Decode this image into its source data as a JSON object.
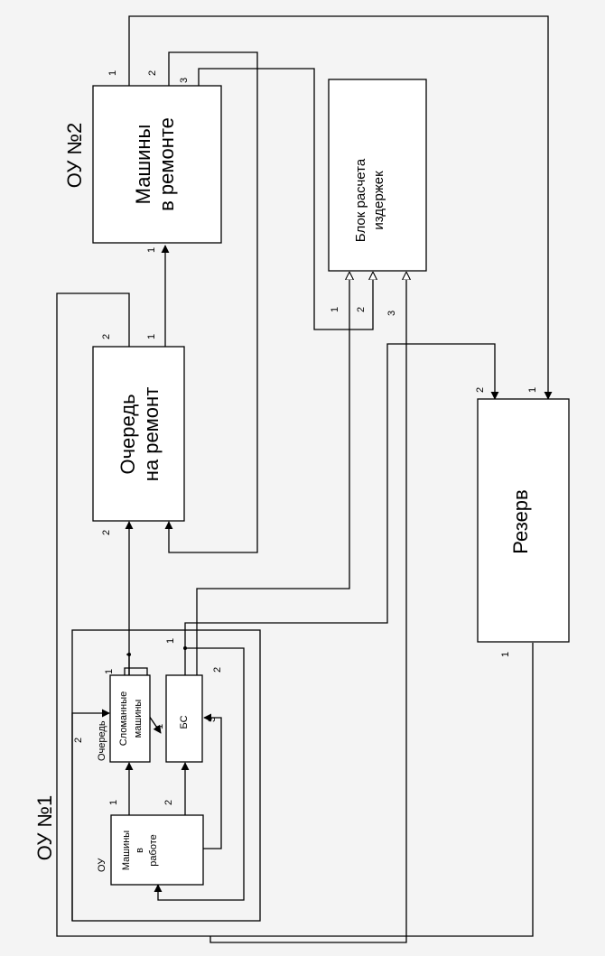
{
  "diagram": {
    "ou2_label": "ОУ №2",
    "ou1_label": "ОУ №1",
    "blocks": {
      "machines_repair": {
        "line1": "Машины",
        "line2": "в ремонте"
      },
      "queue_repair": {
        "line1": "Очередь",
        "line2": "на ремонт"
      },
      "cost_block": {
        "line1": "Блок расчета",
        "line2": "издержек"
      },
      "reserve": {
        "line1": "Резерв"
      },
      "broken": {
        "line1": "Сломанные",
        "line2": "машины",
        "outer": "Очередь"
      },
      "bs": {
        "line1": "БС"
      },
      "working": {
        "line1": "Машины",
        "line2": "в",
        "line3": "работе",
        "outer": "ОУ"
      }
    },
    "ports": {
      "mr_1": "1",
      "mr_2": "2",
      "mr_3": "3",
      "mr_in1": "1",
      "qr_1": "1",
      "qr_2": "2",
      "qr_in2": "2",
      "cb_1": "1",
      "cb_2": "2",
      "cb_3": "3",
      "res_1": "1",
      "res_2": "2",
      "res_out1": "1",
      "ou1_1": "1",
      "ou1_2": "2",
      "ou1_in2": "2",
      "br_1": "1",
      "bs_1": "1",
      "bs_3": "3",
      "w_1": "1",
      "w_2": "2"
    }
  }
}
